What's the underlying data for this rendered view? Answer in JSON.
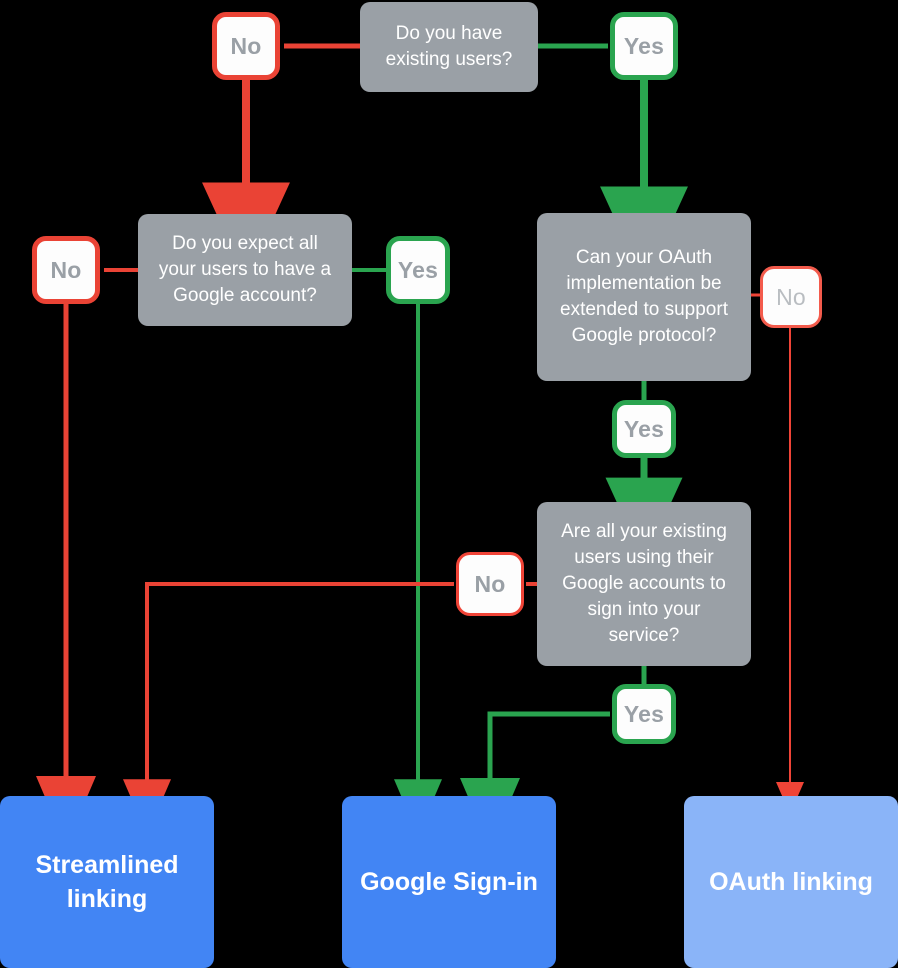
{
  "diagram": {
    "title": "Account linking decision flowchart",
    "background": "#000000",
    "colors": {
      "question_fill": "#9aa0a6",
      "outcome_primary": "#4285f4",
      "outcome_soft": "#8ab4f8",
      "yes_edge": "#2aa44f",
      "no_edge": "#ea4335",
      "chip_fill": "#fdfdfd",
      "chip_text": "#9aa0a6"
    },
    "questions": [
      {
        "id": "q1",
        "text": "Do you have existing users?"
      },
      {
        "id": "q2",
        "text": "Do you expect all your users to have a Google account?"
      },
      {
        "id": "q3",
        "text": "Can your OAuth implementation be extended to support Google protocol?"
      },
      {
        "id": "q4",
        "text": "Are all your existing users using their Google accounts to sign into your service?"
      }
    ],
    "chips": [
      {
        "id": "c1",
        "label": "No",
        "kind": "no"
      },
      {
        "id": "c2",
        "label": "Yes",
        "kind": "yes"
      },
      {
        "id": "c3",
        "label": "No",
        "kind": "no"
      },
      {
        "id": "c4",
        "label": "Yes",
        "kind": "yes"
      },
      {
        "id": "c5",
        "label": "No",
        "kind": "no"
      },
      {
        "id": "c6",
        "label": "Yes",
        "kind": "yes"
      },
      {
        "id": "c7",
        "label": "No",
        "kind": "no"
      },
      {
        "id": "c8",
        "label": "Yes",
        "kind": "yes"
      }
    ],
    "outcomes": [
      {
        "id": "o1",
        "text": "Streamlined linking",
        "style": "primary"
      },
      {
        "id": "o2",
        "text": "Google Sign-in",
        "style": "primary"
      },
      {
        "id": "o3",
        "text": "OAuth linking",
        "style": "soft"
      }
    ]
  }
}
